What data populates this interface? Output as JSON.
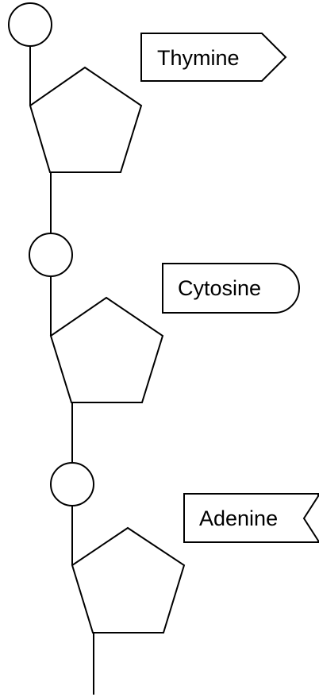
{
  "diagram": {
    "nucleotides": [
      {
        "base": "Thymine",
        "tag_shape": "arrow-right"
      },
      {
        "base": "Cytosine",
        "tag_shape": "rounded-right"
      },
      {
        "base": "Adenine",
        "tag_shape": "notch-right"
      }
    ],
    "colors": {
      "stroke": "#000000",
      "fill": "#ffffff",
      "text": "#000000"
    }
  }
}
